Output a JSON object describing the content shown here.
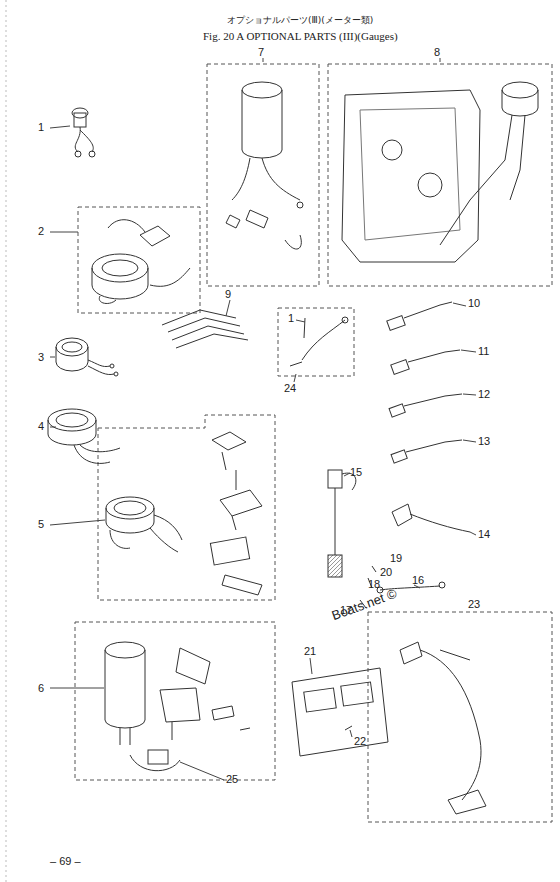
{
  "diagram": {
    "title": "Fig. 20 A  OPTIONAL PARTS (III)(Gauges)",
    "labels": [
      "オプショナルパーツ(Ⅲ)(メーター類)",
      "1",
      "2",
      "3",
      "4",
      "5",
      "6",
      "7",
      "8",
      "9",
      "10",
      "11",
      "12",
      "13",
      "14",
      "15",
      "16",
      "17",
      "18",
      "19",
      "20",
      "21",
      "22",
      "23",
      "24",
      "25",
      "1",
      "Boats.net ©",
      "– 69 –"
    ]
  }
}
